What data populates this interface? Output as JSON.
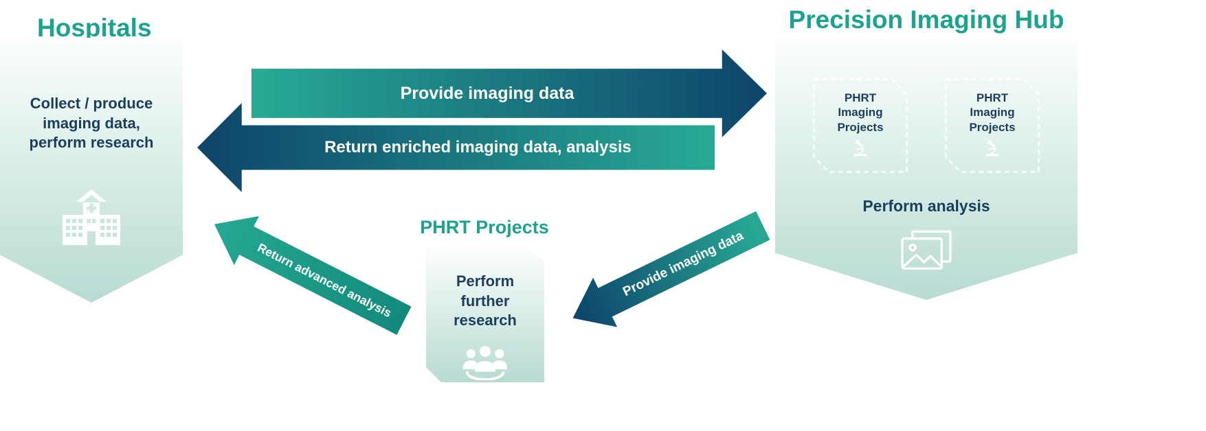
{
  "palette": {
    "teal": "#1ca38e",
    "teal-bright": "#27a794",
    "teal-deep": "#128a7b",
    "navy": "#0e476b",
    "ink": "#1b3e5e",
    "panel-top": "#fcfefd",
    "panel-bottom": "#b7dbd2"
  },
  "hospitals": {
    "title": "Hospitals",
    "description": "Collect / produce imaging data, perform research",
    "icon": "hospital-icon"
  },
  "imaging_hub": {
    "title": "Precision Imaging Hub",
    "project_boxes": [
      {
        "label": "PHRT Imaging Projects",
        "icon": "microscope-icon"
      },
      {
        "label": "PHRT Imaging Projects",
        "icon": "microscope-icon"
      }
    ],
    "analysis_label": "Perform analysis",
    "icon": "photos-icon"
  },
  "phrt_projects": {
    "title": "PHRT Projects",
    "description": "Perform further research",
    "icon": "people-icon"
  },
  "arrows": {
    "provide_imaging_top": {
      "label": "Provide imaging data",
      "direction": "right"
    },
    "return_enriched": {
      "label": "Return enriched imaging data, analysis",
      "direction": "left"
    },
    "return_advanced": {
      "label": "Return advanced analysis",
      "direction": "up-left"
    },
    "provide_imaging_diagonal": {
      "label": "Provide imaging data",
      "direction": "down-left"
    }
  }
}
